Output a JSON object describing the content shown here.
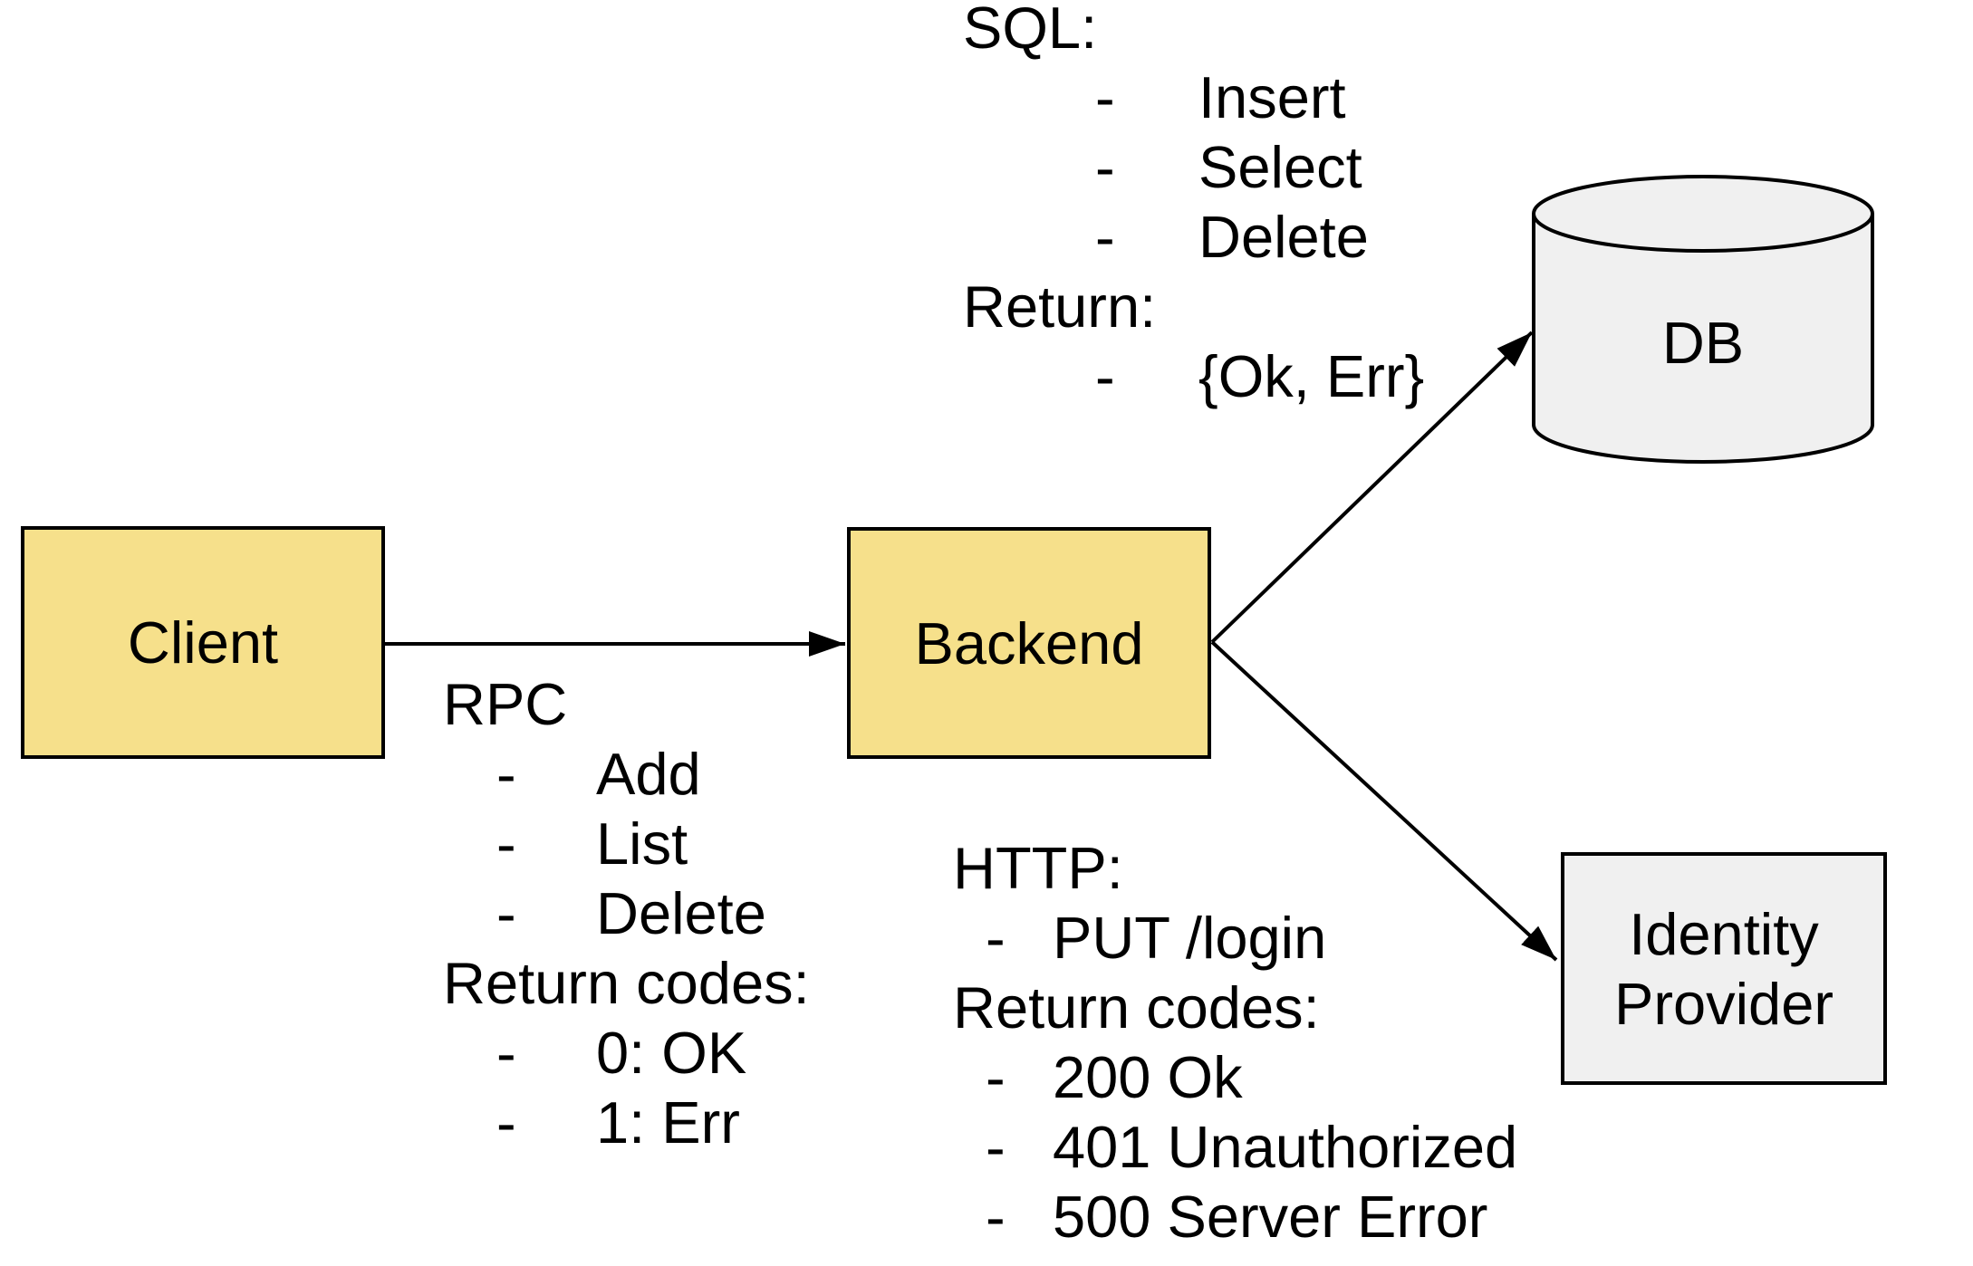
{
  "colors": {
    "node_fill_yellow": "#F6E08B",
    "node_fill_gray": "#F0F0F0",
    "stroke": "#000000",
    "background": "#FFFFFF"
  },
  "bullet": "-",
  "nodes": {
    "client": {
      "label": "Client"
    },
    "backend": {
      "label": "Backend"
    },
    "db": {
      "label": "DB"
    },
    "identity_provider": {
      "label_lines": [
        "Identity",
        "Provider"
      ]
    }
  },
  "notes": {
    "rpc": {
      "title": "RPC",
      "items_ops": [
        "Add",
        "List",
        "Delete"
      ],
      "subtitle": "Return codes:",
      "items_codes": [
        "0: OK",
        "1: Err"
      ]
    },
    "sql": {
      "title": "SQL:",
      "items_ops": [
        "Insert",
        "Select",
        "Delete"
      ],
      "subtitle": "Return:",
      "items_codes": [
        "{Ok, Err}"
      ]
    },
    "http": {
      "title": "HTTP:",
      "items_ops": [
        "PUT /login"
      ],
      "subtitle": "Return codes:",
      "items_codes": [
        "200 Ok",
        "401 Unauthorized",
        "500 Server Error"
      ]
    }
  }
}
